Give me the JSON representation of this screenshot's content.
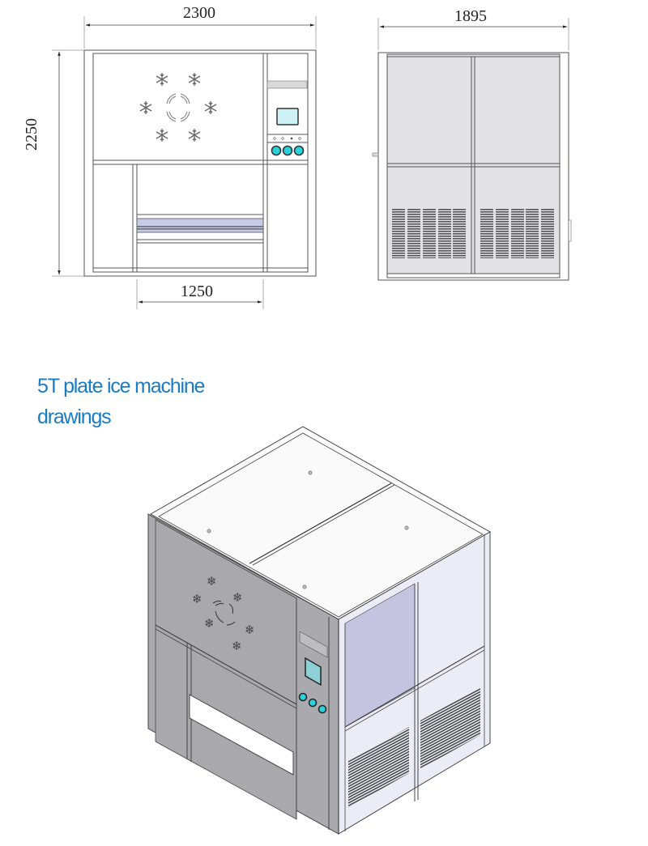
{
  "title": {
    "line1": "5T plate ice machine",
    "line2": "drawings"
  },
  "front_view": {
    "width_label": "2300",
    "height_label": "2250",
    "opening_label": "1250",
    "control_panel": {
      "screen_color": "#cff2f6",
      "knob_color": "#2ad3dc",
      "indicator_count": 4,
      "knob_count": 3
    },
    "snowflake_count": 6
  },
  "side_view": {
    "width_label": "1895",
    "panel_color": "#e1e1e6",
    "vent_groups": 2,
    "vents_per_group": 5
  },
  "iso_view": {
    "front_color": "#a9a9ae",
    "side_light_color": "#ececf7",
    "side_dark_color": "#c4c4e0",
    "top_color": "#fafafa"
  },
  "colors": {
    "title": "#1a7cc4",
    "line": "#444444"
  }
}
